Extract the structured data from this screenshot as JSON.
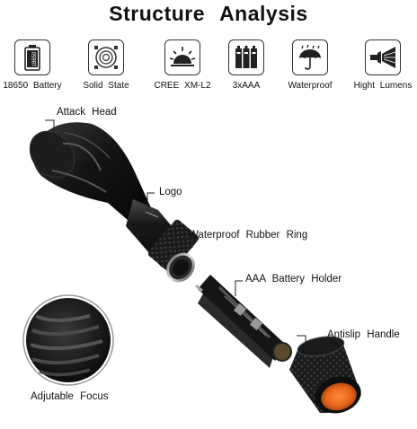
{
  "title": "Structure Analysis",
  "features": [
    {
      "label": "18650 Battery",
      "icon": "battery-18650-icon",
      "icon_text": "18650"
    },
    {
      "label": "Solid State",
      "icon": "solid-state-icon"
    },
    {
      "label": "CREE XM-L2",
      "icon": "sunrise-led-icon"
    },
    {
      "label": "3xAAA",
      "icon": "three-aaa-batteries-icon"
    },
    {
      "label": "Waterproof",
      "icon": "umbrella-rain-icon"
    },
    {
      "label": "Hight Lumens",
      "icon": "beam-lumens-icon"
    }
  ],
  "callouts": {
    "attack_head": "Attack Head",
    "logo": "Logo",
    "rubber_ring": "Waterproof Rubber Ring",
    "battery_holder": "AAA Battery Holder",
    "antislip_handle": "Antislip Handle",
    "adjustable_focus": "Adjutable Focus"
  },
  "colors": {
    "body": "#1c1c1c",
    "metal": "#b8b8b8",
    "tail_lens": "#e8651c",
    "line": "#222222"
  }
}
